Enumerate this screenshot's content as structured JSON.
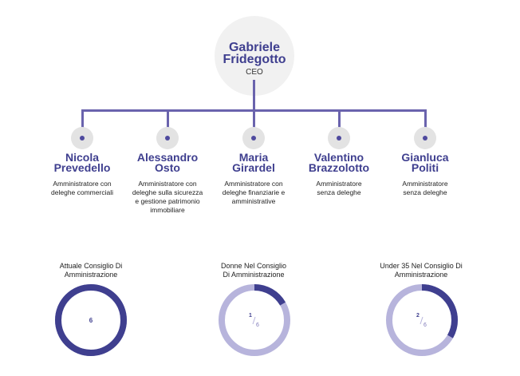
{
  "ceo": {
    "name_line1": "Gabriele",
    "name_line2": "Fridegotto",
    "role": "CEO"
  },
  "members": [
    {
      "name_line1": "Nicola",
      "name_line2": "Prevedello",
      "role_lines": [
        "Amministratore con",
        "deleghe commerciali"
      ]
    },
    {
      "name_line1": "Alessandro",
      "name_line2": "Osto",
      "role_lines": [
        "Amministratore con",
        "deleghe sulla sicurezza",
        "e gestione patrimonio",
        "immobiliare"
      ]
    },
    {
      "name_line1": "Maria",
      "name_line2": "Girardel",
      "role_lines": [
        "Amministratore con",
        "deleghe finanziarie e",
        "amministrative"
      ]
    },
    {
      "name_line1": "Valentino",
      "name_line2": "Brazzolotto",
      "role_lines": [
        "Amministratore",
        "senza deleghe"
      ]
    },
    {
      "name_line1": "Gianluca",
      "name_line2": "Politi",
      "role_lines": [
        "Amministratore",
        "senza deleghe"
      ]
    }
  ],
  "stats": [
    {
      "title_lines": [
        "Attuale Consiglio Di",
        "Amministrazione"
      ],
      "value": "6",
      "part": null,
      "total": null,
      "fraction": 1.0
    },
    {
      "title_lines": [
        "Donne Nel Consiglio",
        "Di Amministrazione"
      ],
      "value": null,
      "part": "1",
      "total": "6",
      "fraction": 0.1667
    },
    {
      "title_lines": [
        "Under 35 Nel Consiglio Di",
        "Amministrazione"
      ],
      "value": null,
      "part": "2",
      "total": "6",
      "fraction": 0.3333
    }
  ],
  "colors": {
    "primary": "#3f3f8f",
    "line": "#6a63ad",
    "ring_light": "#b7b4dc",
    "ring_dark": "#3f3f8f",
    "circle_bg": "#f1f1f1",
    "dot_bg": "#e3e3e3"
  }
}
